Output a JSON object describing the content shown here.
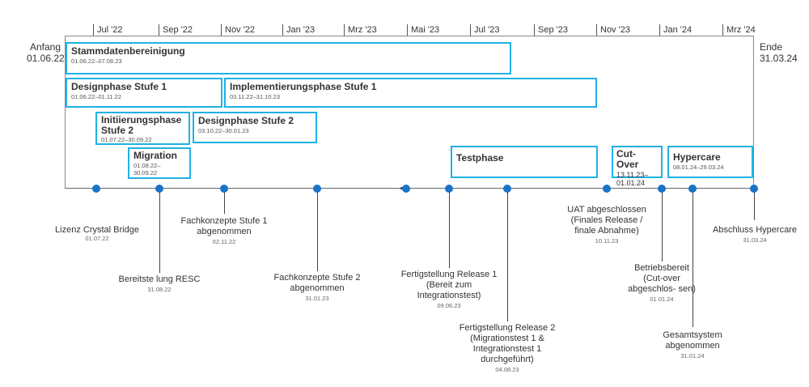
{
  "months": [
    "Jul '22",
    "Sep '22",
    "Nov '22",
    "Jan '23",
    "Mrz '23",
    "Mai '23",
    "Jul '23",
    "Sep '23",
    "Nov '23",
    "Jan '24",
    "Mrz '24"
  ],
  "start": {
    "label": "Anfang",
    "date": "01.06.22"
  },
  "end": {
    "label": "Ende",
    "date": "31.03.24"
  },
  "phases": [
    {
      "title": "Stammdatenbereinigung",
      "dates": "01.06.22–07.08.23"
    },
    {
      "title": "Designphase Stufe 1",
      "dates": "01.06.22–01.11.22"
    },
    {
      "title": "Implementierungsphase Stufe 1",
      "dates": "03.11.22–31.10.23"
    },
    {
      "title": "Initiierungsphase Stufe 2",
      "dates": "01.07.22–30.09.22"
    },
    {
      "title": "Designphase Stufe 2",
      "dates": "03.10.22–30.01.23"
    },
    {
      "title": "Migration",
      "dates": "01.08.22– 30.09.22"
    },
    {
      "title": "Testphase",
      "dates": ""
    },
    {
      "title": "Cut-Over",
      "dates": "13.11.23– 01.01.24"
    },
    {
      "title": "Hypercare",
      "dates": "08.01.24–29.03.24"
    }
  ],
  "milestones": [
    {
      "label": "Lizenz Crystal Bridge",
      "date": "01.07.22"
    },
    {
      "label": "Bereitste lung RESC",
      "date": "31.08.22"
    },
    {
      "label": "Fachkonzepte Stufe 1 abgenommen",
      "date": "02.11.22"
    },
    {
      "label": "Fachkonzepte Stufe 2 abgenommen",
      "date": "31.01.23"
    },
    {
      "label": "Fertigstellung Release 1 (Bereit zum Integrationstest)",
      "date": "09.06.23"
    },
    {
      "label": "Fertigstellung Release 2 (Migrationstest 1 & Integrationstest 1 durchgeführt)",
      "date": "04.08.23"
    },
    {
      "label": "UAT abgeschlossen (Finales Release / finale Abnahme)",
      "date": "10.11.23"
    },
    {
      "label": "Betriebsbereit (Cut-over abgeschlos- sen)",
      "date": "01.01.24"
    },
    {
      "label": "Gesamtsystem abgenommen",
      "date": "31.01.24"
    },
    {
      "label": "Abschluss Hypercare",
      "date": "31.03.24"
    }
  ],
  "colors": {
    "bar_border": "#1fb1e6",
    "dot": "#1a73c8"
  }
}
